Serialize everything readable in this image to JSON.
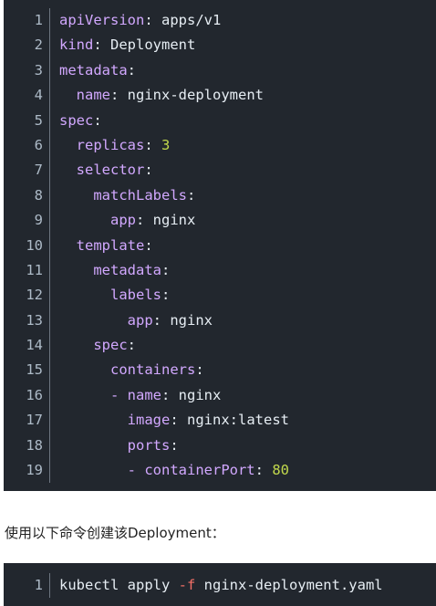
{
  "yaml_block": {
    "lines": [
      {
        "num": "1",
        "indent": "",
        "dash": "",
        "key": "apiVersion",
        "sep": ": ",
        "value": "apps/v1",
        "value_type": "plain"
      },
      {
        "num": "2",
        "indent": "",
        "dash": "",
        "key": "kind",
        "sep": ": ",
        "value": "Deployment",
        "value_type": "plain"
      },
      {
        "num": "3",
        "indent": "",
        "dash": "",
        "key": "metadata",
        "sep": ":",
        "value": "",
        "value_type": "plain"
      },
      {
        "num": "4",
        "indent": "  ",
        "dash": "",
        "key": "name",
        "sep": ": ",
        "value": "nginx-deployment",
        "value_type": "plain"
      },
      {
        "num": "5",
        "indent": "",
        "dash": "",
        "key": "spec",
        "sep": ":",
        "value": "",
        "value_type": "plain"
      },
      {
        "num": "6",
        "indent": "  ",
        "dash": "",
        "key": "replicas",
        "sep": ": ",
        "value": "3",
        "value_type": "num"
      },
      {
        "num": "7",
        "indent": "  ",
        "dash": "",
        "key": "selector",
        "sep": ":",
        "value": "",
        "value_type": "plain"
      },
      {
        "num": "8",
        "indent": "    ",
        "dash": "",
        "key": "matchLabels",
        "sep": ":",
        "value": "",
        "value_type": "plain"
      },
      {
        "num": "9",
        "indent": "      ",
        "dash": "",
        "key": "app",
        "sep": ": ",
        "value": "nginx",
        "value_type": "plain"
      },
      {
        "num": "10",
        "indent": "  ",
        "dash": "",
        "key": "template",
        "sep": ":",
        "value": "",
        "value_type": "plain"
      },
      {
        "num": "11",
        "indent": "    ",
        "dash": "",
        "key": "metadata",
        "sep": ":",
        "value": "",
        "value_type": "plain"
      },
      {
        "num": "12",
        "indent": "      ",
        "dash": "",
        "key": "labels",
        "sep": ":",
        "value": "",
        "value_type": "plain"
      },
      {
        "num": "13",
        "indent": "        ",
        "dash": "",
        "key": "app",
        "sep": ": ",
        "value": "nginx",
        "value_type": "plain"
      },
      {
        "num": "14",
        "indent": "    ",
        "dash": "",
        "key": "spec",
        "sep": ":",
        "value": "",
        "value_type": "plain"
      },
      {
        "num": "15",
        "indent": "      ",
        "dash": "",
        "key": "containers",
        "sep": ":",
        "value": "",
        "value_type": "plain"
      },
      {
        "num": "16",
        "indent": "      ",
        "dash": "- ",
        "key": "name",
        "sep": ": ",
        "value": "nginx",
        "value_type": "plain"
      },
      {
        "num": "17",
        "indent": "        ",
        "dash": "",
        "key": "image",
        "sep": ": ",
        "value": "nginx:latest",
        "value_type": "plain"
      },
      {
        "num": "18",
        "indent": "        ",
        "dash": "",
        "key": "ports",
        "sep": ":",
        "value": "",
        "value_type": "plain"
      },
      {
        "num": "19",
        "indent": "        ",
        "dash": "- ",
        "key": "containerPort",
        "sep": ": ",
        "value": "80",
        "value_type": "num"
      }
    ]
  },
  "prose": {
    "text": "使用以下命令创建该Deployment："
  },
  "cmd_block": {
    "line_num": "1",
    "cmd": "kubectl apply ",
    "flag": "-f",
    "arg": " nginx-deployment.yaml"
  },
  "colors": {
    "code_bg": "#22272e",
    "key": "#d2a8ff",
    "number": "#c2d94c",
    "flag": "#f47067"
  }
}
